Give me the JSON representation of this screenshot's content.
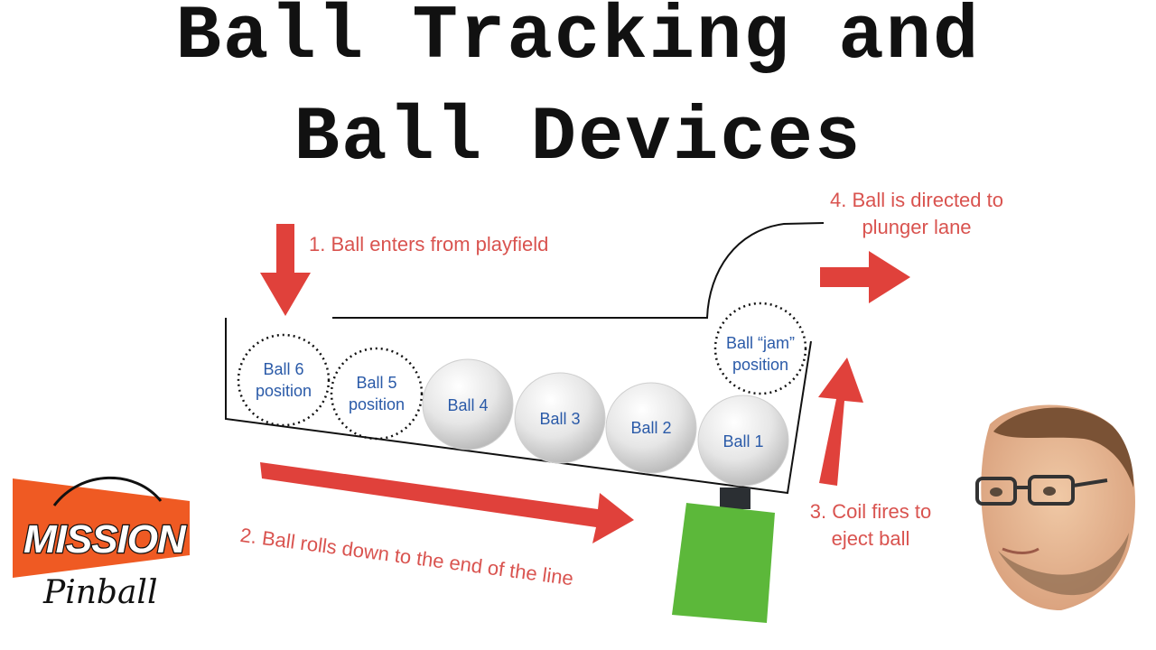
{
  "title": {
    "line1": "Ball Tracking and",
    "line2": "Ball Devices"
  },
  "steps": {
    "step1": "1. Ball enters from playfield",
    "step2": "2. Ball rolls down to the end of the line",
    "step3_line1": "3. Coil fires to",
    "step3_line2": "eject ball",
    "step4_line1": "4. Ball is directed to",
    "step4_line2": "plunger lane"
  },
  "balls": {
    "ball6": [
      "Ball 6",
      "position"
    ],
    "ball5": [
      "Ball 5",
      "position"
    ],
    "ball4": "Ball 4",
    "ball3": "Ball 3",
    "ball2": "Ball 2",
    "ball1": "Ball 1",
    "jam": [
      "Ball “jam”",
      "position"
    ]
  },
  "logo": {
    "line1": "MISSION",
    "line2": "Pinball"
  },
  "colors": {
    "arrow": "#e0413b",
    "label": "#d9534f",
    "ball_text": "#2a5aa8",
    "coil": "#5cb83a",
    "logo_orange": "#ef5a23"
  }
}
